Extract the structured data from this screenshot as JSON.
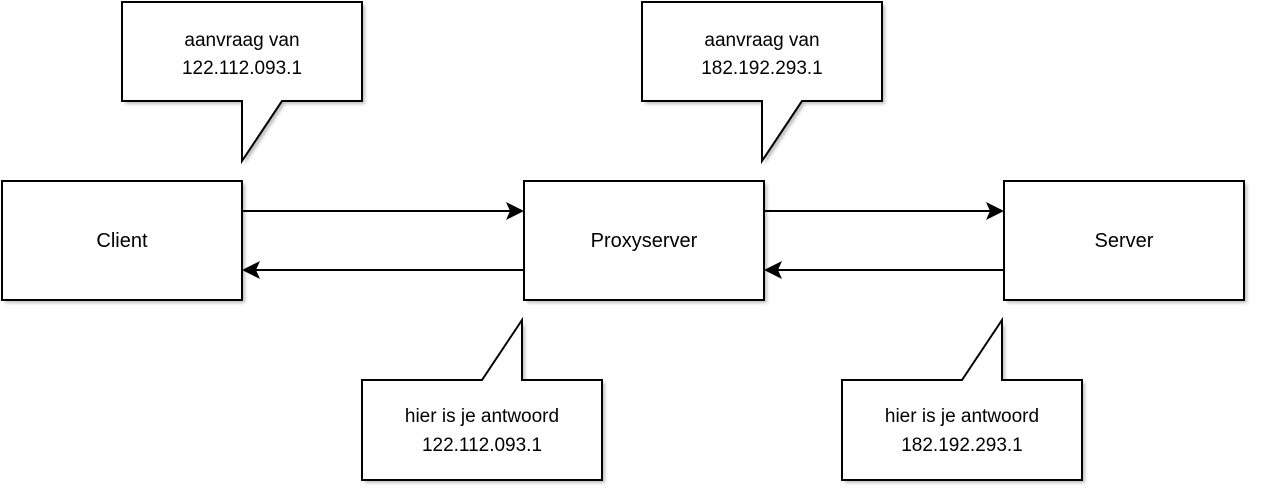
{
  "nodes": {
    "client": "Client",
    "proxy": "Proxyserver",
    "server": "Server"
  },
  "callouts": {
    "client_request": {
      "line1": "aanvraag van",
      "line2": "122.112.093.1"
    },
    "proxy_request": {
      "line1": "aanvraag van",
      "line2": "182.192.293.1"
    },
    "proxy_response": {
      "line1": "hier is je antwoord",
      "line2": "122.112.093.1"
    },
    "server_response": {
      "line1": "hier is je antwoord",
      "line2": "182.192.293.1"
    }
  },
  "colors": {
    "stroke": "#000000",
    "fill": "#ffffff"
  }
}
